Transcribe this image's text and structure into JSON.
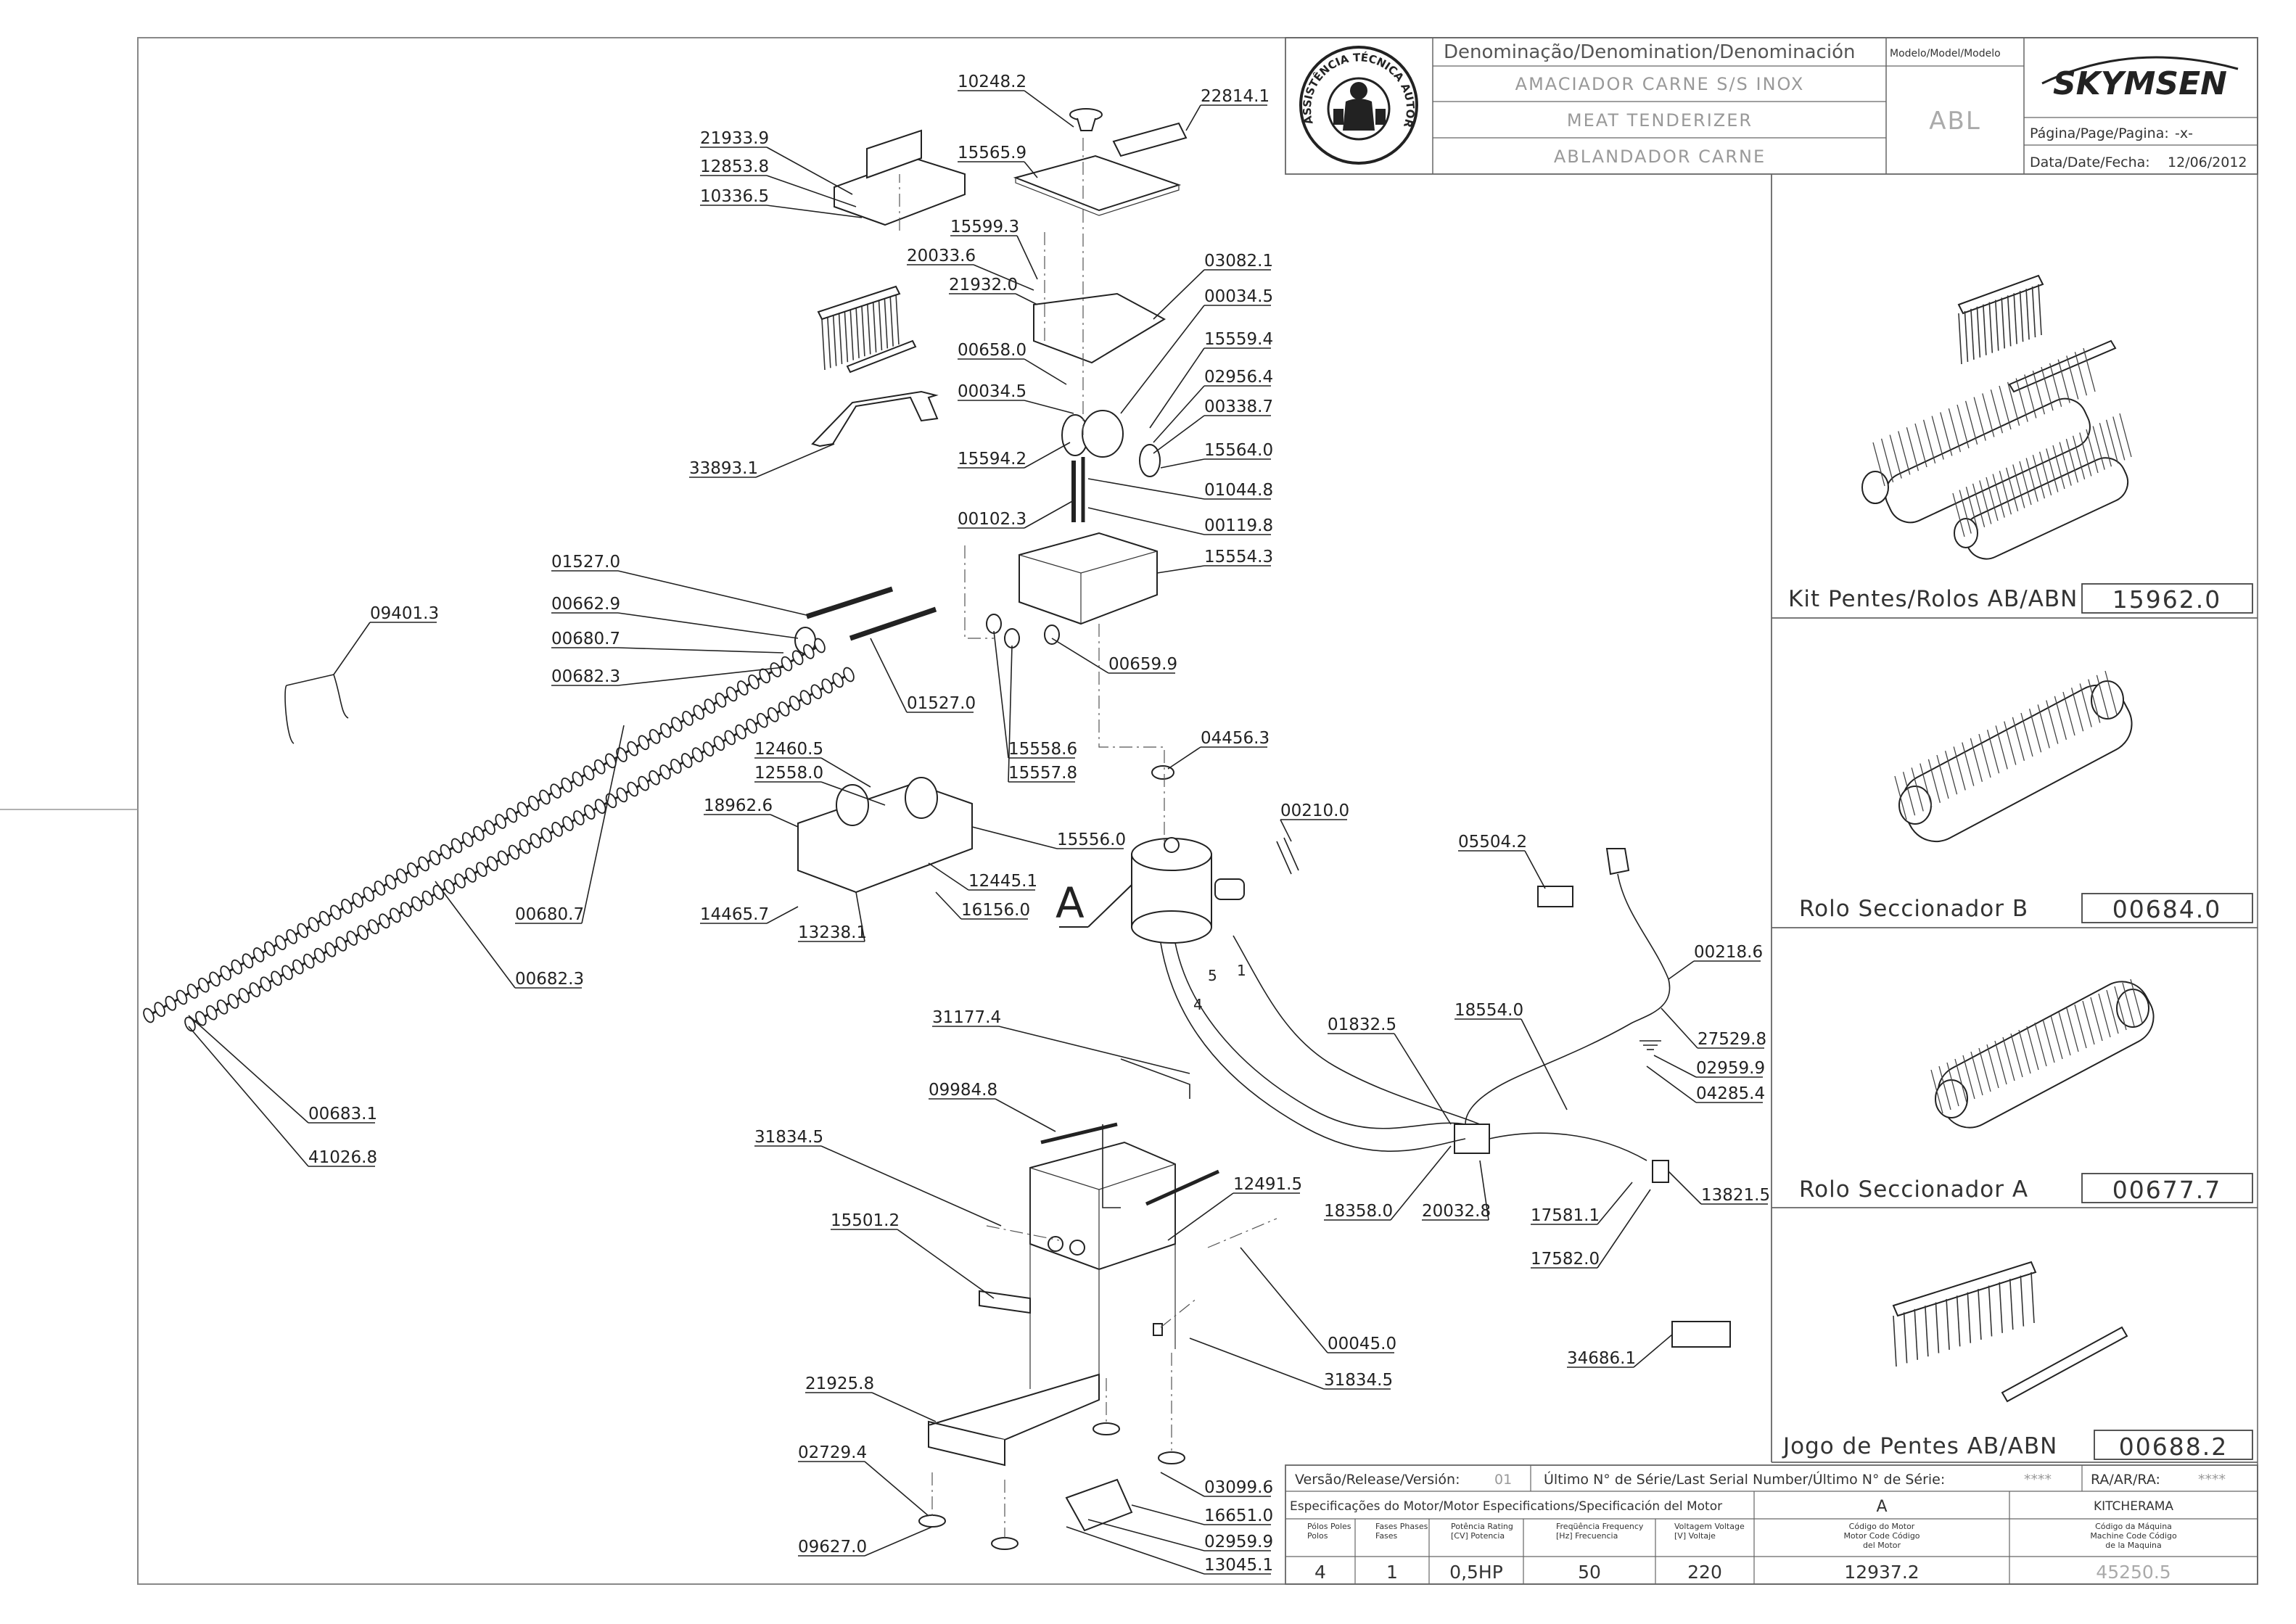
{
  "title_block": {
    "denomination_header": "Denominação/Denomination/Denominación",
    "model_header": "Modelo/Model/Modelo",
    "name_pt": "AMACIADOR CARNE S/S INOX",
    "name_en": "MEAT TENDERIZER",
    "name_es": "ABLANDADOR CARNE",
    "model": "ABL",
    "brand": "SKYMSEN",
    "page_label": "Página/Page/Pagina:",
    "page_value": "-x-",
    "date_label": "Data/Date/Fecha:",
    "date_value": "12/06/2012",
    "seal_text": "ASSISTÊNCIA TÉCNICA AUTORIZADA"
  },
  "kits": [
    {
      "name": "Kit Pentes/Rolos AB/ABN",
      "code": "15962.0"
    },
    {
      "name": "Rolo Seccionador B",
      "code": "00684.0"
    },
    {
      "name": "Rolo Seccionador A",
      "code": "00677.7"
    },
    {
      "name": "Jogo de Pentes AB/ABN",
      "code": "00688.2"
    }
  ],
  "bottom_block": {
    "release_label": "Versão/Release/Versión:",
    "release_value": "01",
    "serial_label": "Último N° de Série/Last Serial Number/Último N° de Série:",
    "serial_value": "****",
    "ra_label": "RA/AR/RA:",
    "ra_value": "****",
    "motor_spec_label": "Especificações do Motor/Motor Especifications/Specificación del Motor",
    "motor_variant": "A",
    "customer": "KITCHERAMA",
    "col_poles": "Pólos Poles Polos",
    "col_phases": "Fases Phases Fases",
    "col_power": "Potência Rating [CV] Potencia",
    "col_freq": "Freqüência Frequency [Hz] Frecuencia",
    "col_voltage": "Voltagem Voltage [V] Voltaje",
    "col_motor_code": "Código do Motor Motor Code Código del Motor",
    "col_machine_code": "Código da Máquina Machine Code Código de la Maquina",
    "poles": "4",
    "phases": "1",
    "power": "0,5HP",
    "freq": "50",
    "voltage": "220",
    "motor_code": "12937.2",
    "machine_code": "45250.5"
  },
  "view_marker": "A",
  "wire_numbers": [
    "5",
    "1",
    "4"
  ],
  "part_labels": [
    "10248.2",
    "22814.1",
    "21933.9",
    "12853.8",
    "10336.5",
    "15565.9",
    "15599.3",
    "20033.6",
    "21932.0",
    "03082.1",
    "00034.5",
    "00658.0",
    "15559.4",
    "00034.5",
    "02956.4",
    "00338.7",
    "15564.0",
    "15594.2",
    "01044.8",
    "33893.1",
    "00102.3",
    "00119.8",
    "15554.3",
    "01527.0",
    "00662.9",
    "09401.3",
    "00680.7",
    "01527.0",
    "00659.9",
    "00682.3",
    "15558.6",
    "15557.8",
    "04456.3",
    "12460.5",
    "12558.0",
    "18962.6",
    "15556.0",
    "00210.0",
    "12445.1",
    "14465.7",
    "16156.0",
    "13238.1",
    "00680.7",
    "05504.2",
    "00682.3",
    "00218.6",
    "31177.4",
    "01832.5",
    "18554.0",
    "27529.8",
    "02959.9",
    "04285.4",
    "09984.8",
    "00683.1",
    "41026.8",
    "31834.5",
    "12491.5",
    "15501.2",
    "13821.5",
    "18358.0",
    "20032.8",
    "17581.1",
    "17582.0",
    "00045.0",
    "34686.1",
    "21925.8",
    "31834.5",
    "02729.4",
    "03099.6",
    "16651.0",
    "02959.9",
    "09627.0",
    "13045.1"
  ]
}
